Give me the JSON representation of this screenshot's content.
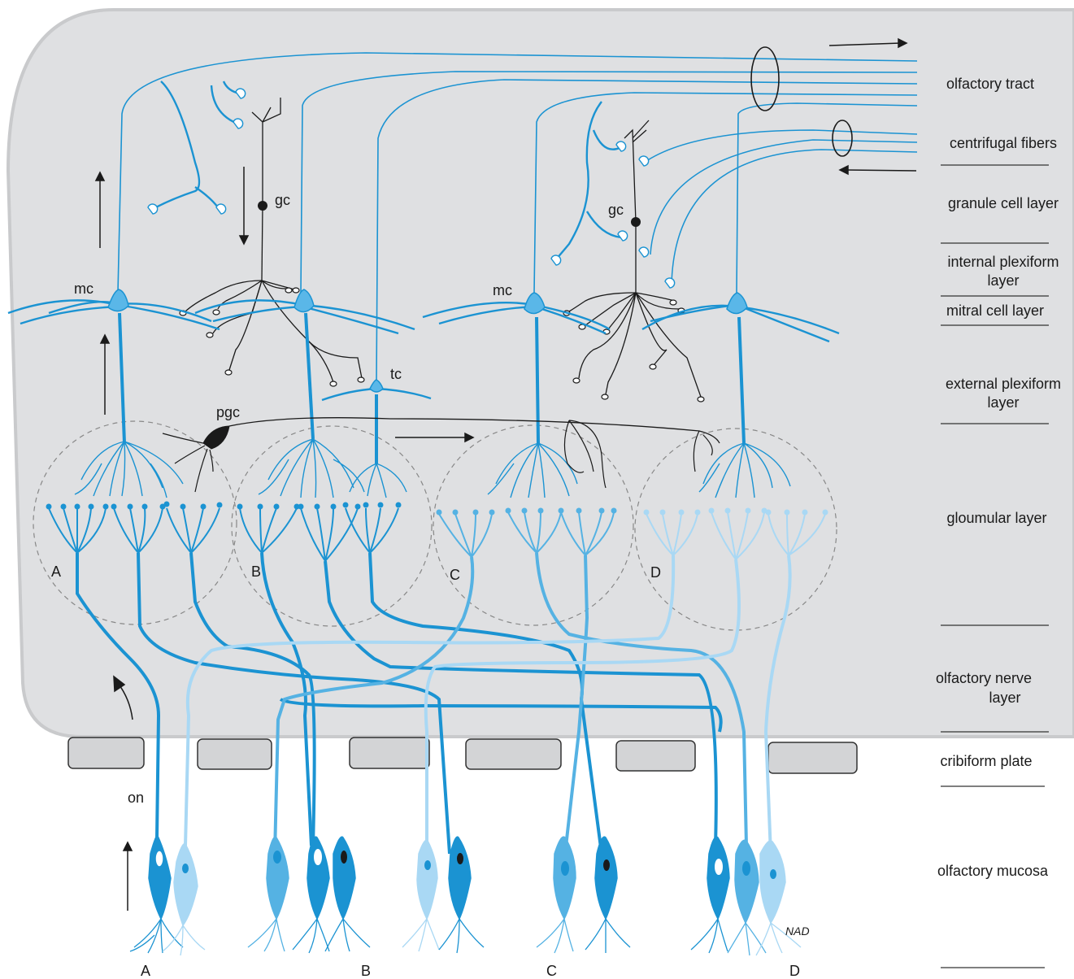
{
  "layers": [
    {
      "lines": [
        "olfactory tract"
      ]
    },
    {
      "lines": [
        "centrifugal fibers"
      ]
    },
    {
      "lines": [
        "granule cell layer"
      ]
    },
    {
      "lines": [
        "internal plexiform",
        "layer"
      ]
    },
    {
      "lines": [
        "mitral cell layer"
      ]
    },
    {
      "lines": [
        "external plexiform",
        "layer"
      ]
    },
    {
      "lines": [
        "gloumular layer"
      ]
    },
    {
      "lines": [
        "olfactory nerve",
        "layer"
      ]
    },
    {
      "lines": [
        "cribiform plate"
      ]
    },
    {
      "lines": [
        "olfactory mucosa"
      ]
    }
  ],
  "cell_labels": {
    "mc_left": "mc",
    "mc_right": "mc",
    "gc_left": "gc",
    "gc_right": "gc",
    "tc": "tc",
    "pgc": "pgc",
    "on": "on"
  },
  "glomerulus_labels": [
    "A",
    "B",
    "C",
    "D"
  ],
  "receptor_group_labels": [
    "A",
    "B",
    "C",
    "D"
  ],
  "signature": "NAD",
  "colors": {
    "bulb_fill": "#dfe0e2",
    "bulb_edge": "#c9cacc",
    "plate_fill": "#d3d4d6",
    "blue_dark": "#1b93d2",
    "blue_mid": "#55b2e3",
    "blue_light": "#a9d8f4",
    "black": "#1a1a1a"
  }
}
